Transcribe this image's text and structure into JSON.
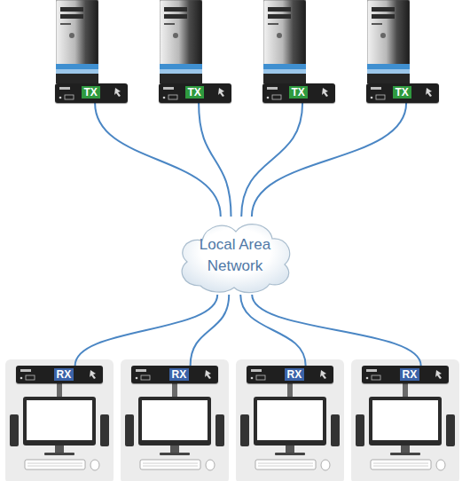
{
  "diagram": {
    "nodes": [
      {
        "text": [
          "TX"
        ]
      },
      {
        "text": [
          "TX"
        ]
      },
      {
        "text": [
          "TX"
        ]
      },
      {
        "text": [
          "TX"
        ]
      },
      {
        "text": [
          "Local Area Network"
        ]
      },
      {
        "text": [
          "RX"
        ]
      },
      {
        "text": [
          "RX"
        ]
      },
      {
        "text": [
          "RX"
        ]
      },
      {
        "text": [
          "RX"
        ]
      }
    ],
    "edges": [
      {
        "from": 0,
        "to": 4,
        "arrow": "none"
      },
      {
        "from": 1,
        "to": 4,
        "arrow": "none"
      },
      {
        "from": 2,
        "to": 4,
        "arrow": "none"
      },
      {
        "from": 3,
        "to": 4,
        "arrow": "none"
      },
      {
        "from": 4,
        "to": 5,
        "arrow": "none"
      },
      {
        "from": 4,
        "to": 6,
        "arrow": "none"
      },
      {
        "from": 4,
        "to": 7,
        "arrow": "none"
      },
      {
        "from": 4,
        "to": 8,
        "arrow": "none"
      }
    ]
  }
}
